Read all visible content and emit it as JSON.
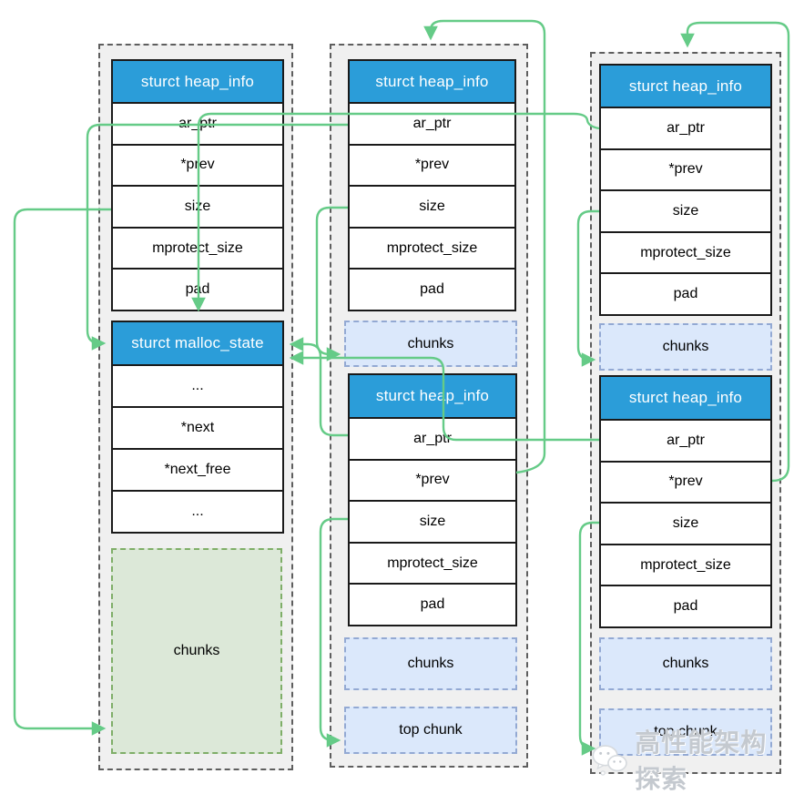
{
  "colors": {
    "green": "#65cb87",
    "blue_header": "#2b9dd9",
    "chunk_blue_fill": "#dbe8fb",
    "chunk_blue_border": "#93a9d3",
    "chunk_green_fill": "#dce8d8",
    "chunk_green_border": "#7fae68",
    "container_fill": "#f0f0f0",
    "container_border": "#5e5e5e",
    "watermark_gray": "#c4c9cf"
  },
  "columns": [
    {
      "id": "heap-segment-1",
      "structs": [
        {
          "type": "table",
          "title": "sturct heap_info",
          "rows": [
            "ar_ptr",
            "*prev",
            "size",
            "mprotect_size",
            "pad"
          ]
        },
        {
          "type": "table",
          "title": "sturct malloc_state",
          "rows": [
            "...",
            "*next",
            "*next_free",
            "..."
          ]
        },
        {
          "type": "chunk",
          "label": "chunks",
          "variant": "green"
        }
      ]
    },
    {
      "id": "heap-segment-2",
      "structs": [
        {
          "type": "table",
          "title": "sturct heap_info",
          "rows": [
            "ar_ptr",
            "*prev",
            "size",
            "mprotect_size",
            "pad"
          ]
        },
        {
          "type": "chunk",
          "label": "chunks",
          "variant": "blue"
        },
        {
          "type": "table",
          "title": "sturct heap_info",
          "rows": [
            "ar_ptr",
            "*prev",
            "size",
            "mprotect_size",
            "pad"
          ]
        },
        {
          "type": "chunk",
          "label": "chunks",
          "variant": "blue"
        },
        {
          "type": "chunk",
          "label": "top chunk",
          "variant": "blue"
        }
      ]
    },
    {
      "id": "heap-segment-3",
      "structs": [
        {
          "type": "table",
          "title": "sturct heap_info",
          "rows": [
            "ar_ptr",
            "*prev",
            "size",
            "mprotect_size",
            "pad"
          ]
        },
        {
          "type": "chunk",
          "label": "chunks",
          "variant": "blue"
        },
        {
          "type": "table",
          "title": "sturct heap_info",
          "rows": [
            "ar_ptr",
            "*prev",
            "size",
            "mprotect_size",
            "pad"
          ]
        },
        {
          "type": "chunk",
          "label": "chunks",
          "variant": "blue"
        },
        {
          "type": "chunk",
          "label": "top chunk",
          "variant": "blue"
        }
      ]
    }
  ],
  "watermark": {
    "text": "高性能架构探索",
    "icon": "wechat-cloud-icon"
  }
}
